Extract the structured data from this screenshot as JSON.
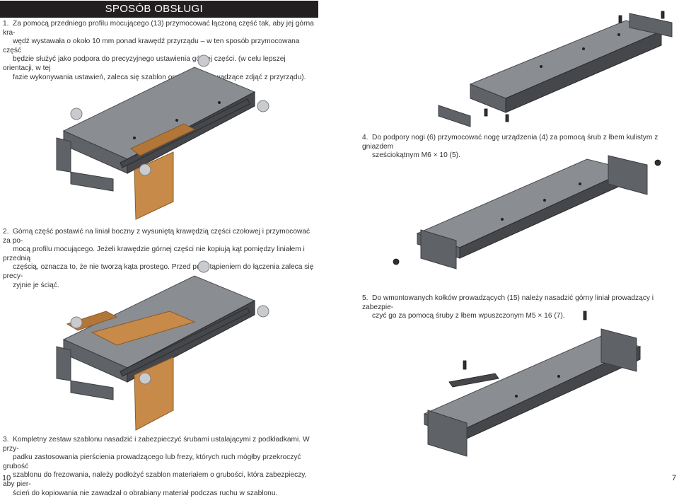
{
  "header": {
    "title": "SPOSÓB OBSŁUGI"
  },
  "steps": [
    {
      "number": "1.",
      "lines": [
        "Za pomocą przedniego profilu mocującego (13) przymocować łączoną część tak, aby jej górna kra-",
        "wędź wystawała o około 10 mm ponad krawędź przyrządu – w ten sposób przymocowana część",
        "będzie służyć jako podpora do precyzyjnego ustawienia górnej części. (w celu lepszej orientacji, w tej",
        "fazie wykonywania ustawień, zaleca się szablon oraz słupki prowadzące zdjąć z przyrządu)."
      ]
    },
    {
      "number": "2.",
      "lines": [
        "Górną część postawić na liniał boczny z wysuniętą krawędzią części czołowej i przymocować za po-",
        "mocą profilu mocującego. Jeżeli krawędzie górnej części nie kopiują kąt pomiędzy liniałem i przednią",
        "częścią, oznacza to, że nie tworzą kąta prostego. Przed przystąpieniem do łączenia zaleca się precy-",
        "zyjnie je ściąć."
      ]
    },
    {
      "number": "3.",
      "lines": [
        "Kompletny zestaw szablonu nasadzić i zabezpieczyć śrubami ustalającymi z podkładkami. W przy-",
        "padku zastosowania pierścienia prowadzącego lub frezy, których ruch mógłby przekroczyć grubość",
        "szablonu do frezowania, należy podłożyć szablon materiałem o grubości, która zabezpieczy, aby pier-",
        "ścień do kopiowania nie zawadzał o obrabiany materiał podczas ruchu w szablonu."
      ]
    },
    {
      "number": "4.",
      "lines": [
        "Do podpory nogi (6) przymocować nogę urządzenia (4) za pomocą śrub z łbem kulistym z gniazdem",
        "sześciokątnym M6 × 10 (5)."
      ]
    },
    {
      "number": "5.",
      "lines": [
        "Do wmontowanych kołków prowadzących (15) należy nasadzić górny liniał prowadzący i zabezpie-",
        "czyć go za pomocą śruby z łbem wpuszczonym M5 × 16 (7)."
      ]
    }
  ],
  "page_numbers": {
    "left": "10",
    "right": "7"
  },
  "colors": {
    "header_bg": "#231f20",
    "metal": "#5f6267",
    "wood": "#c88a48"
  }
}
